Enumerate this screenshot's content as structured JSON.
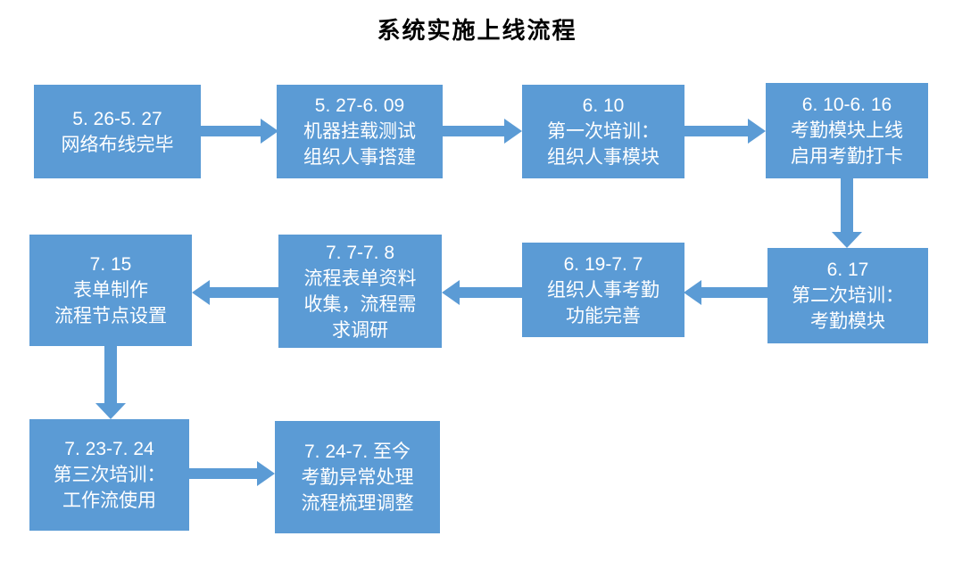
{
  "title": "系统实施上线流程",
  "colors": {
    "box_fill": "#5B9BD5",
    "arrow_fill": "#5B9BD5",
    "box_text": "#FFFFFF",
    "title_text": "#000000",
    "background": "#FFFFFF"
  },
  "boxes": [
    {
      "step": 1,
      "lines": [
        "5. 26-5. 27",
        "网络布线完毕"
      ]
    },
    {
      "step": 2,
      "lines": [
        "5. 27-6. 09",
        "机器挂载测试",
        "组织人事搭建"
      ]
    },
    {
      "step": 3,
      "lines": [
        "6. 10",
        "第一次培训：",
        "组织人事模块"
      ]
    },
    {
      "step": 4,
      "lines": [
        "6. 10-6. 16",
        "考勤模块上线",
        "启用考勤打卡"
      ]
    },
    {
      "step": 5,
      "lines": [
        "6. 17",
        "第二次培训：",
        "考勤模块"
      ]
    },
    {
      "step": 6,
      "lines": [
        "6. 19-7. 7",
        "组织人事考勤",
        "功能完善"
      ]
    },
    {
      "step": 7,
      "lines": [
        "7. 7-7. 8",
        "流程表单资料",
        "收集，流程需",
        "求调研"
      ]
    },
    {
      "step": 8,
      "lines": [
        "7. 15",
        "表单制作",
        "流程节点设置"
      ]
    },
    {
      "step": 9,
      "lines": [
        "7. 23-7. 24",
        "第三次培训：",
        "工作流使用"
      ]
    },
    {
      "step": 10,
      "lines": [
        "7. 24-7. 至今",
        "考勤异常处理",
        "流程梳理调整"
      ]
    }
  ],
  "arrows": [
    {
      "from": "step-1",
      "to": "step-2",
      "direction": "right"
    },
    {
      "from": "step-2",
      "to": "step-3",
      "direction": "right"
    },
    {
      "from": "step-3",
      "to": "step-4",
      "direction": "right"
    },
    {
      "from": "step-4",
      "to": "step-5",
      "direction": "down"
    },
    {
      "from": "step-5",
      "to": "step-6",
      "direction": "left"
    },
    {
      "from": "step-6",
      "to": "step-7",
      "direction": "left"
    },
    {
      "from": "step-7",
      "to": "step-8",
      "direction": "left"
    },
    {
      "from": "step-8",
      "to": "step-9",
      "direction": "down"
    },
    {
      "from": "step-9",
      "to": "step-10",
      "direction": "right"
    }
  ]
}
